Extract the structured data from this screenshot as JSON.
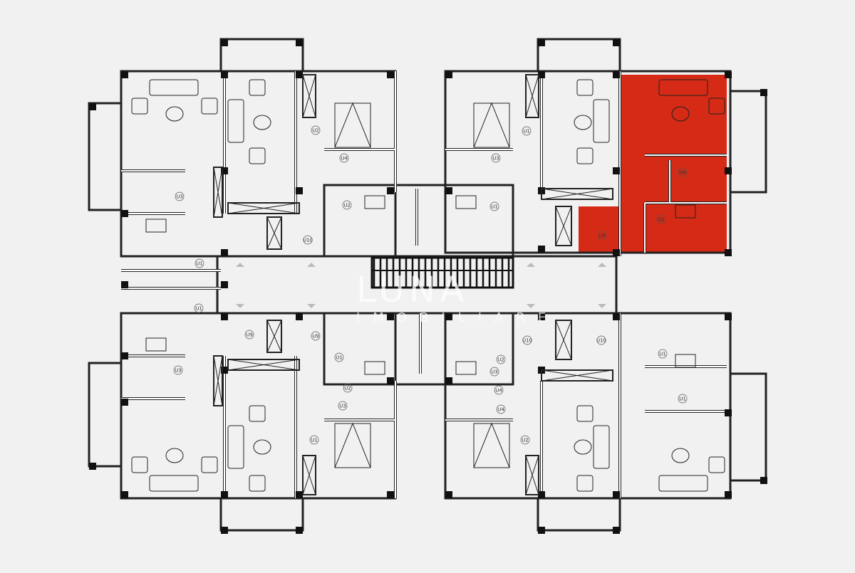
{
  "plan": {
    "highlight_color": "#d42a16",
    "wall_color": "#222222",
    "background": "#f1f1f1",
    "door_labels": [
      "U2",
      "U4",
      "U2",
      "U10",
      "U4",
      "U2",
      "U1",
      "U3",
      "U1",
      "U1",
      "U3",
      "U9",
      "U9",
      "U9",
      "U1",
      "U3",
      "U1",
      "U3",
      "U1",
      "U1",
      "U2",
      "U10",
      "U10",
      "U4",
      "U2",
      "U1",
      "U3",
      "U4",
      "U2"
    ]
  },
  "watermark": {
    "brand": "LUNA",
    "tagline": "IMOBILIARE"
  }
}
